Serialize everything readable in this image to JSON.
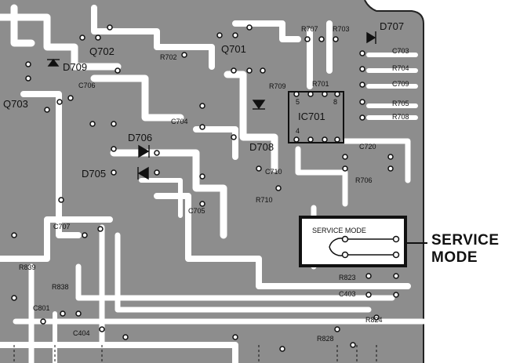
{
  "labels": {
    "q702": "Q702",
    "q701": "Q701",
    "q703": "Q703",
    "r702": "R702",
    "r707": "R707",
    "r703": "R703",
    "d707": "D707",
    "c703": "C703",
    "r704": "R704",
    "r701": "R701",
    "c709": "C709",
    "r709": "R709",
    "r705": "R705",
    "r708": "R708",
    "d709": "D709",
    "c706": "C706",
    "c704": "C704",
    "ic701": "IC701",
    "pin5": "5",
    "pin8": "8",
    "pin4": "4",
    "d706": "D706",
    "d708": "D708",
    "c720": "C720",
    "d705": "D705",
    "c710": "C710",
    "r706": "R706",
    "r710": "R710",
    "c705": "C705",
    "c707": "C707",
    "r839": "R839",
    "r838": "R838",
    "c801": "C801",
    "c404": "C404",
    "r823": "R823",
    "c403": "C403",
    "r824": "R824",
    "r828": "R828"
  },
  "service_mode_box_label": "SERVICE MODE",
  "service_callout": {
    "line1": "SERVICE",
    "line2": "MODE"
  }
}
